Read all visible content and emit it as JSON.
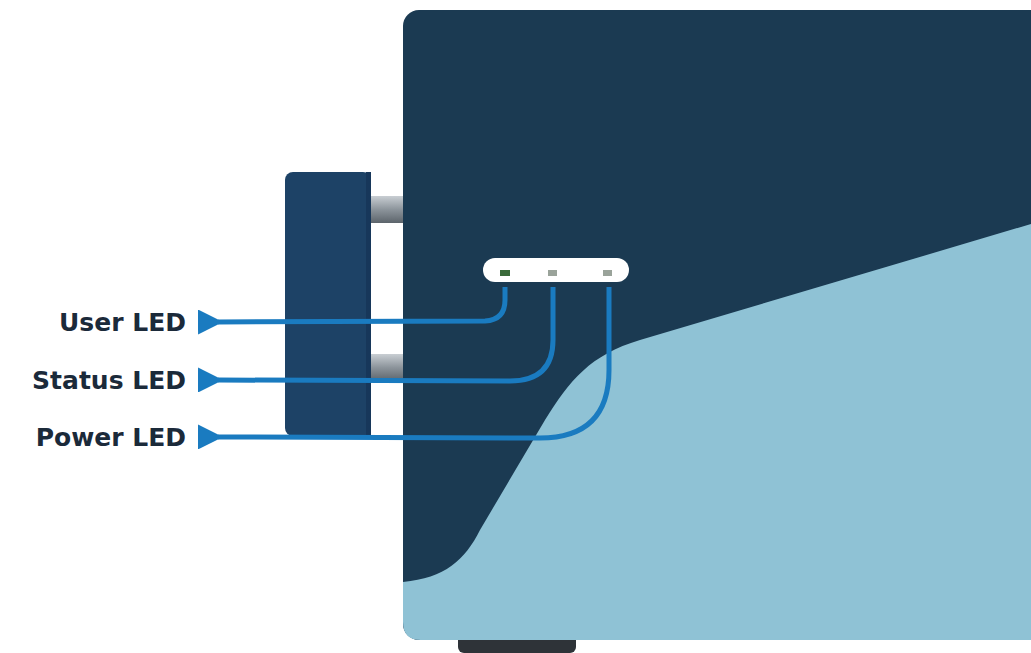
{
  "diagram": {
    "labels": [
      "User LED",
      "Status LED",
      "Power LED"
    ]
  }
}
